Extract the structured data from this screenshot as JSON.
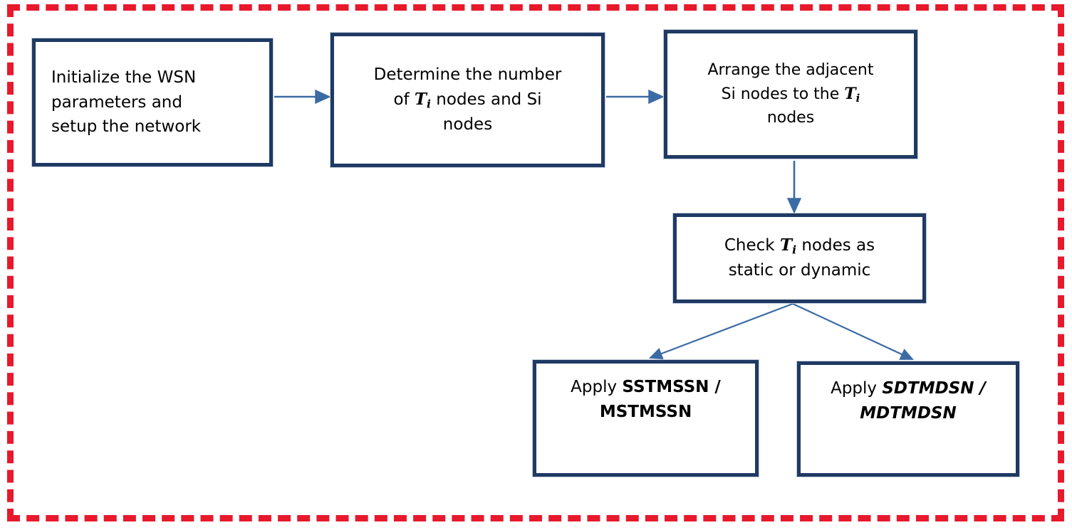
{
  "figure": {
    "type": "flowchart",
    "title": "",
    "frame": {
      "style": "dashed",
      "color": "#e8192c"
    },
    "node_border_color": "#1f3a63",
    "connector_color": "#3b6ba5"
  },
  "nodes": {
    "initialize": {
      "id": "initialize",
      "text": "Initialize the WSN parameters and setup the network",
      "lines": [
        "Initialize the WSN",
        "parameters and",
        "setup the network"
      ],
      "align": "left"
    },
    "determine": {
      "id": "determine",
      "text": "Determine the number of T i nodes and Si nodes",
      "line1": "Determine the number",
      "line2_pre": "of ",
      "line2_var": "T",
      "line2_sub": "i",
      "line2_post": " nodes and Si",
      "line3": "nodes"
    },
    "arrange": {
      "id": "arrange",
      "text": "Arrange the adjacent Si nodes to the T i nodes",
      "line1": "Arrange the adjacent",
      "line2_pre": "Si nodes to the ",
      "line2_var": "T",
      "line2_sub": "i",
      "line3": "nodes"
    },
    "check": {
      "id": "check",
      "text": "Check T i nodes as static or dynamic",
      "line1_pre": "Check ",
      "line1_var": "T",
      "line1_sub": "i",
      "line1_post": " nodes as",
      "line2": "static or dynamic"
    },
    "apply_static": {
      "id": "apply_static",
      "text": "Apply SSTMSSN / MSTMSSN",
      "prefix": "Apply ",
      "acronym1": "SSTMSSN /",
      "acronym2": "MSTMSSN",
      "emphasis": "bold"
    },
    "apply_dynamic": {
      "id": "apply_dynamic",
      "text": "Apply SDTMDSN / MDTMDSN",
      "prefix": "Apply ",
      "acronym1": "SDTMDSN /",
      "acronym2": "MDTMDSN",
      "emphasis": "bold-italic"
    }
  },
  "edges": [
    {
      "id": "e1",
      "from": "initialize",
      "to": "determine",
      "label": "",
      "direction": "right"
    },
    {
      "id": "e2",
      "from": "determine",
      "to": "arrange",
      "label": "",
      "direction": "right"
    },
    {
      "id": "e3",
      "from": "arrange",
      "to": "check",
      "label": "",
      "direction": "down"
    },
    {
      "id": "e4",
      "from": "check",
      "to": "apply_static",
      "label": "",
      "direction": "down-left"
    },
    {
      "id": "e5",
      "from": "check",
      "to": "apply_dynamic",
      "label": "",
      "direction": "down-right"
    }
  ]
}
